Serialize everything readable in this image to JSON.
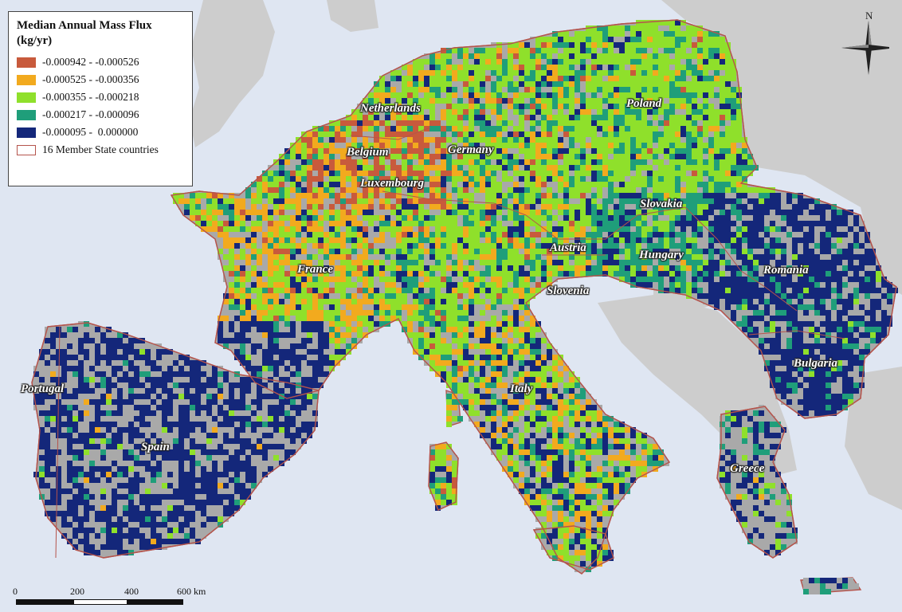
{
  "legend": {
    "title": "Median Annual Mass Flux\n(kg/yr)",
    "classes": [
      {
        "label": "-0.000942 - -0.000526",
        "color": "#c85a3c"
      },
      {
        "label": "-0.000525 - -0.000356",
        "color": "#f2aa1e"
      },
      {
        "label": "-0.000355 - -0.000218",
        "color": "#8fe02b"
      },
      {
        "label": "-0.000217 - -0.000096",
        "color": "#1f9e7a"
      },
      {
        "label": "-0.000095 -  0.000000",
        "color": "#14277a"
      }
    ],
    "boundary_label": "16 Member State countries",
    "boundary_color": "#b5544c"
  },
  "countries": [
    {
      "name": "Netherlands"
    },
    {
      "name": "Belgium"
    },
    {
      "name": "Luxembourg"
    },
    {
      "name": "Germany"
    },
    {
      "name": "Poland"
    },
    {
      "name": "France"
    },
    {
      "name": "Slovakia"
    },
    {
      "name": "Austria"
    },
    {
      "name": "Hungary"
    },
    {
      "name": "Slovenia"
    },
    {
      "name": "Romania"
    },
    {
      "name": "Bulgaria"
    },
    {
      "name": "Portugal"
    },
    {
      "name": "Spain"
    },
    {
      "name": "Italy"
    },
    {
      "name": "Greece"
    }
  ],
  "north_arrow": {
    "letter": "N"
  },
  "scale_bar": {
    "ticks": [
      "0",
      "200",
      "400",
      "600 km"
    ]
  },
  "colors": {
    "sea": "#dfe6f2",
    "no_data_land": "#a9a9a9",
    "non_study_land": "#cdcdcd"
  }
}
